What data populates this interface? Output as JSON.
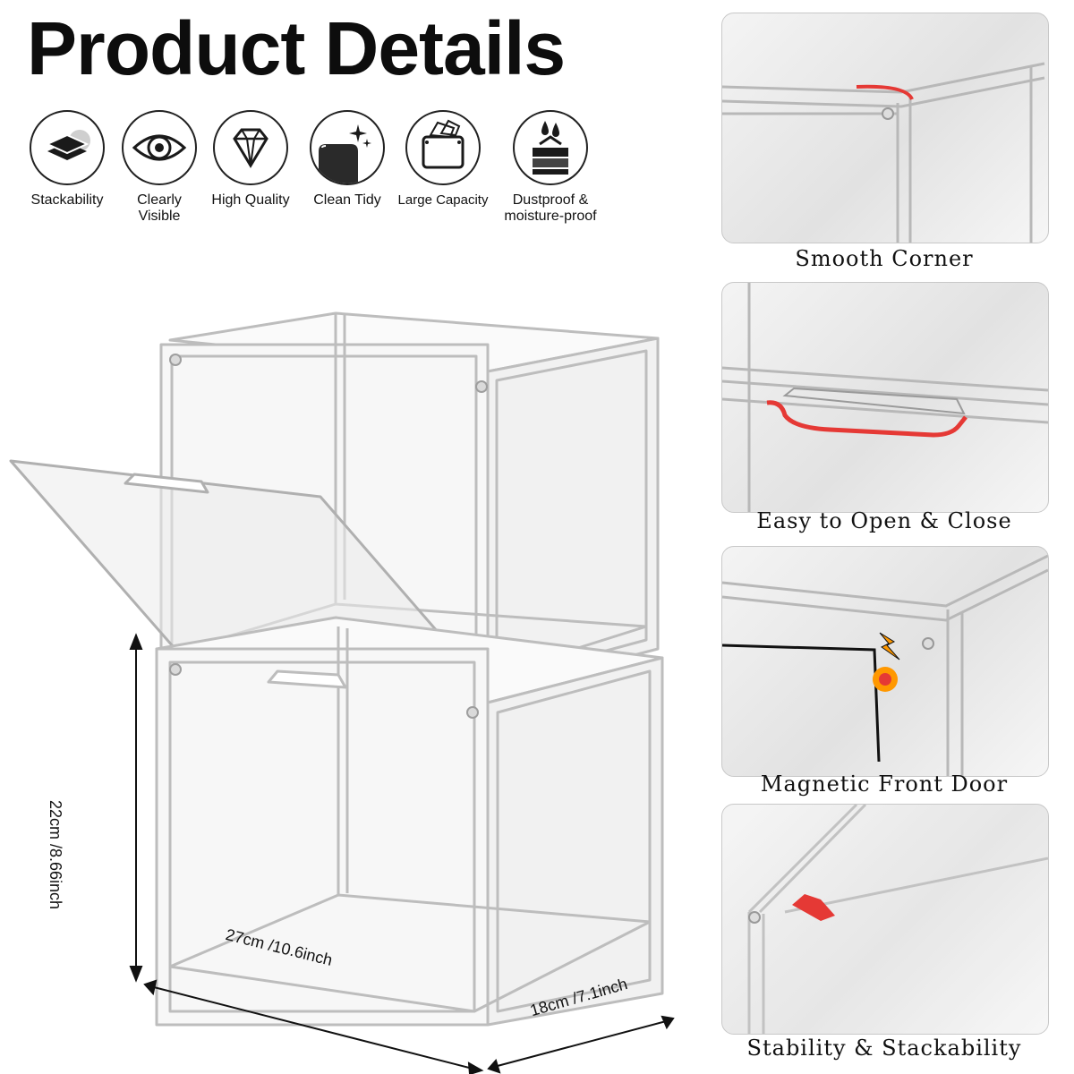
{
  "title": "Product Details",
  "features": [
    {
      "icon": "layers-icon",
      "label": "Stackability"
    },
    {
      "icon": "eye-icon",
      "label": "Clearly Visible"
    },
    {
      "icon": "diamond-icon",
      "label": "High Quality"
    },
    {
      "icon": "sparkle-surface-icon",
      "label": "Clean Tidy"
    },
    {
      "icon": "box-capacity-icon",
      "label": "Large Capacity"
    },
    {
      "icon": "droplet-layers-icon",
      "label": "Dustproof & moisture-proof"
    }
  ],
  "details": [
    {
      "caption": "Smooth Corner"
    },
    {
      "caption": "Easy to Open & Close"
    },
    {
      "caption": "Magnetic Front Door"
    },
    {
      "caption": "Stability & Stackability"
    }
  ],
  "dimensions": {
    "height": "22cm /8.66inch",
    "width": "27cm /10.6inch",
    "depth": "18cm /7.1inch"
  },
  "colors": {
    "highlight": "#e53935",
    "frame": "#b8b8b8"
  }
}
